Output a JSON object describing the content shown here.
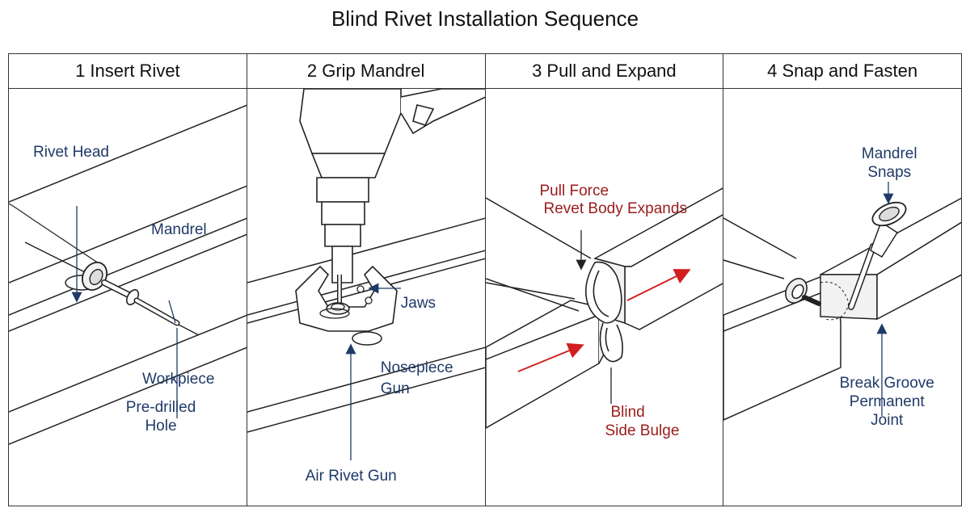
{
  "title": "Blind Rivet Installation Sequence",
  "colors": {
    "label_blue": "#1f3a68",
    "label_red": "#9a1b1b",
    "arrow_red": "#d11f1f",
    "line": "#222222"
  },
  "panels": [
    {
      "header": "1 Insert Rivet",
      "labels": {
        "rivet_head": "Rivet Head",
        "mandrel": "Mandrel",
        "workpiece": "Workpiece",
        "hole_1": "Pre-drilled",
        "hole_2": "Hole"
      }
    },
    {
      "header": "2 Grip Mandrel",
      "labels": {
        "jaws": "Jaws",
        "nosepiece": "Nosepiece",
        "gun": "Gun",
        "air_gun": "Air Rivet Gun"
      }
    },
    {
      "header": "3 Pull and Expand",
      "labels": {
        "pull_force": "Pull Force",
        "body_expands": "Revet Body Expands",
        "blind": "Blind",
        "side_bulge": "Side Bulge"
      }
    },
    {
      "header": "4 Snap and Fasten",
      "labels": {
        "mandrel": "Mandrel",
        "snaps": "Snaps",
        "break_groove": "Break Groove",
        "permanent": "Permanent",
        "joint": "Joint"
      }
    }
  ]
}
